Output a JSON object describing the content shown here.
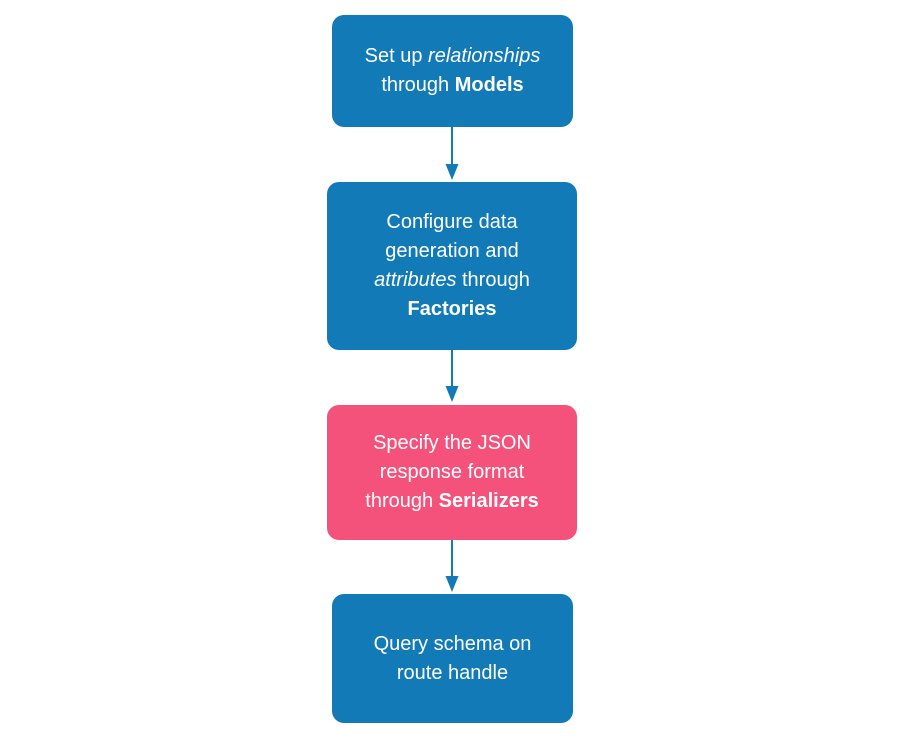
{
  "diagram": {
    "type": "flowchart",
    "direction": "top-down",
    "background_color": "#ffffff",
    "text_color": "#ffffff",
    "node_color_primary": "#137ab8",
    "node_color_highlight": "#f4517b",
    "arrow_color": "#137ab8",
    "nodes": [
      {
        "id": "models",
        "color": "#137ab8",
        "text": "Set up relationships through Models",
        "lines": [
          {
            "segments": [
              {
                "t": "Set up "
              },
              {
                "t": "relationships",
                "style": "italic"
              }
            ]
          },
          {
            "segments": [
              {
                "t": "through "
              },
              {
                "t": "Models",
                "style": "bold"
              }
            ]
          }
        ]
      },
      {
        "id": "factories",
        "color": "#137ab8",
        "text": "Configure data generation and attributes through Factories",
        "lines": [
          {
            "segments": [
              {
                "t": "Configure data"
              }
            ]
          },
          {
            "segments": [
              {
                "t": "generation and"
              }
            ]
          },
          {
            "segments": [
              {
                "t": "attributes",
                "style": "italic"
              },
              {
                "t": " through"
              }
            ]
          },
          {
            "segments": [
              {
                "t": "Factories",
                "style": "bold"
              }
            ]
          }
        ]
      },
      {
        "id": "serializers",
        "color": "#f4517b",
        "text": "Specify the JSON response format through Serializers",
        "lines": [
          {
            "segments": [
              {
                "t": "Specify the JSON"
              }
            ]
          },
          {
            "segments": [
              {
                "t": "response format"
              }
            ]
          },
          {
            "segments": [
              {
                "t": "through "
              },
              {
                "t": "Serializers",
                "style": "bold"
              }
            ]
          }
        ]
      },
      {
        "id": "route-handle",
        "color": "#137ab8",
        "text": "Query schema on route handle",
        "lines": [
          {
            "segments": [
              {
                "t": "Query schema on"
              }
            ]
          },
          {
            "segments": [
              {
                "t": "route handle"
              }
            ]
          }
        ]
      }
    ],
    "connectors": [
      {
        "from": "models",
        "to": "factories"
      },
      {
        "from": "factories",
        "to": "serializers"
      },
      {
        "from": "serializers",
        "to": "route-handle"
      }
    ]
  }
}
